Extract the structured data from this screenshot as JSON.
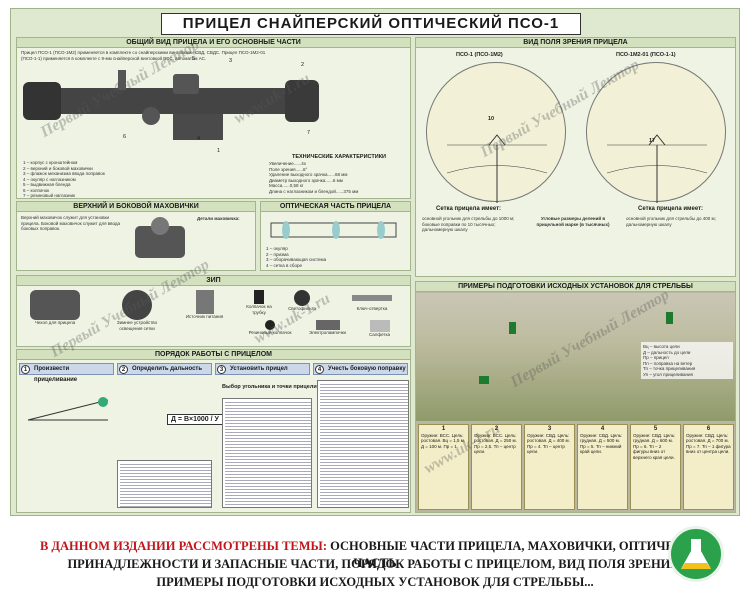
{
  "poster": {
    "title": "ПРИЦЕЛ СНАЙПЕРСКИЙ ОПТИЧЕСКИЙ ПСО-1",
    "colors": {
      "poster_bg": "#dfe9cf",
      "panel": "#eef3e3",
      "step_head": "#cbd8ea",
      "accent_red": "#c0161c"
    }
  },
  "sections": {
    "general": {
      "title": "ОБЩИЙ ВИД ПРИЦЕЛА И ЕГО ОСНОВНЫЕ ЧАСТИ",
      "intro": "Прицел ПСО-1 (ПСО-1М2) применяется в комплекте со снайперскими винтовками СВД, СВДС. Прицел ПСО-1М2-01 (ПСО-1-1) применяется в комплекте с 9-мм снайперской винтовкой ВСС, автоматом АС.",
      "parts": [
        "1 – корпус с кронштейном",
        "2 – верхний и боковой маховички",
        "3 – флажок механизма ввода поправок",
        "4 – окуляр с наглазником",
        "5 – выдвижная бленда",
        "6 – колпачок",
        "7 – резиновый наглазник"
      ],
      "specs_title": "ТЕХНИЧЕСКИЕ ХАРАКТЕРИСТИКИ",
      "specs": [
        "Увеличение......4х",
        "Поле зрения......6°",
        "Удаление выходного зрачка......68 мм",
        "Диаметр выходного зрачка......6 мм",
        "Масса......0,58 кг",
        "Длина с наглазником и блендой......375 мм"
      ],
      "callouts": [
        "6",
        "5",
        "3",
        "2",
        "4",
        "1",
        "7"
      ]
    },
    "field_of_view": {
      "title": "ВИД ПОЛЯ ЗРЕНИЯ ПРИЦЕЛА",
      "left_label": "ПСО-1 (ПСО-1М2)",
      "right_label": "ПСО-1М2-01 (ПСО-1-1)",
      "left_scale": "10",
      "right_scale": "17",
      "grid_left_title": "Сетка прицела имеет:",
      "grid_right_title": "Сетка прицела имеет:",
      "middle_caption": "Угловые размеры делений в прицельной марке (в тысячных)",
      "note_left": "основной угольник для стрельбы до 1000 м; боковые поправки по 10 тысячных; дальномерную шкалу",
      "note_right": "основной угольник для стрельбы до 400 м; дальномерную шкалу"
    },
    "handwheels": {
      "title": "ВЕРХНИЙ И БОКОВОЙ МАХОВИЧКИ",
      "text": "Верхний маховичок служит для установки прицела. Боковой маховичок служит для ввода боковых поправок.",
      "callout_label": "Детали маховичка:"
    },
    "optics": {
      "title": "ОПТИЧЕСКАЯ ЧАСТЬ ПРИЦЕЛА",
      "parts": [
        "1 – окуляр",
        "2 – призма",
        "3 – оборачивающая система",
        "4 – сетка в сборе"
      ]
    },
    "zip": {
      "title": "ЗИП",
      "items": [
        "Чехол для прицела",
        "Зимнее устройство освещения сетки",
        "Источник питания",
        "Светофильтр",
        "Ключ-отвертка",
        "Салфетка",
        "Резиновый колпачок",
        "Электролампочки",
        "Колпачок на трубку"
      ]
    },
    "procedure": {
      "title": "ПОРЯДОК РАБОТЫ С ПРИЦЕЛОМ",
      "steps": [
        {
          "num": "1",
          "label": "Произвести прицеливание"
        },
        {
          "num": "2",
          "label": "Определить дальность"
        },
        {
          "num": "3",
          "label": "Установить прицел"
        },
        {
          "num": "4",
          "label": "Учесть боковую поправку"
        }
      ],
      "formula": "Д = В×1000 / У",
      "table_title": "Выбор угольника и точки прицеливания"
    },
    "examples": {
      "title": "ПРИМЕРЫ ПОДГОТОВКИ ИСХОДНЫХ УСТАНОВОК ДЛЯ СТРЕЛЬБЫ",
      "legend": [
        "Вц – высота цели",
        "Д – дальность до цели",
        "Пр – прицел",
        "Пп – поправка на ветер",
        "Тп – точка прицеливания",
        "Уп – угол прицеливания"
      ],
      "cards": [
        {
          "num": "1",
          "text": "Оружие: ВСС. Цель: ростовая. Вц = 1,5 м. Д = 100 м. Пр = 1."
        },
        {
          "num": "2",
          "text": "Оружие: ВСС. Цель: ростовая. Д = 250 м. Пр = 2,5. Тп – центр цели."
        },
        {
          "num": "3",
          "text": "Оружие: СВД. Цель: ростовая. Д = 400 м. Пр = 4. Тп – центр цели."
        },
        {
          "num": "4",
          "text": "Оружие: СВД. Цель: грудная. Д = 500 м. Пр = 5. Тп – нижний край цели."
        },
        {
          "num": "5",
          "text": "Оружие: СВД. Цель: грудная. Д = 600 м. Пр = 6. Тп – 2 фигуры вниз от верхнего края цели."
        },
        {
          "num": "6",
          "text": "Оружие: СВД. Цель: ростовая. Д = 700 м. Пр = 7. Тп – 1 фигура вниз от центра цели."
        }
      ]
    }
  },
  "footer": {
    "topics_label": "В ДАННОМ ИЗДАНИИ РАССМОТРЕНЫ ТЕМЫ:",
    "topics_line1": " ОСНОВНЫЕ ЧАСТИ ПРИЦЕЛА, МАХОВИЧКИ, ОПТИЧЕСКАЯ ЧАСТЬ",
    "topics_line2": "ПРИНАДЛЕЖНОСТИ И ЗАПАСНЫЕ ЧАСТИ, ПОРЯДОК РАБОТЫ С ПРИЦЕЛОМ, ВИД ПОЛЯ ЗРЕНИЯ,",
    "topics_line3": "ПРИМЕРЫ ПОДГОТОВКИ ИСХОДНЫХ УСТАНОВОК ДЛЯ СТРЕЛЬБЫ..."
  },
  "watermark": {
    "text": "Первый Учебный Лектор",
    "url": "www.uk-1.ru"
  }
}
